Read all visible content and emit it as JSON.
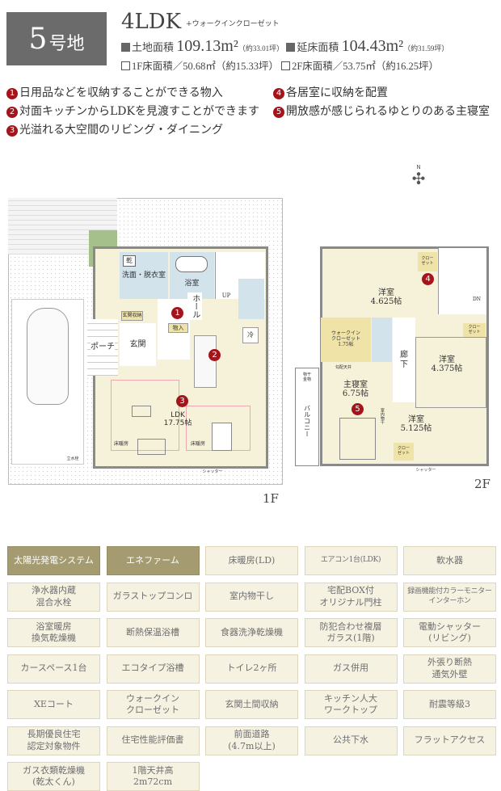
{
  "header": {
    "lot_number": "5",
    "lot_suffix": "号地",
    "layout": "4LDK",
    "layout_note": "+ウォークインクローゼット",
    "land_label": "土地面積",
    "land_value": "109.13m²",
    "land_tsubo": "（約33.01坪）",
    "floor_label": "延床面積",
    "floor_value": "104.43m²",
    "floor_tsubo": "（約31.59坪）",
    "f1": "1F床面積／50.68㎡（約15.33坪）",
    "f2": "2F床面積／53.75㎡（約16.25坪）"
  },
  "points": [
    {
      "n": "1",
      "text": "日用品などを収納することができる物入"
    },
    {
      "n": "2",
      "text": "対面キッチンからLDKを見渡すことができます"
    },
    {
      "n": "3",
      "text": "光溢れる大空間のリビング・ダイニング"
    },
    {
      "n": "4",
      "text": "各居室に収納を配置"
    },
    {
      "n": "5",
      "text": "開放感が感じられるゆとりのある主寝室"
    }
  ],
  "plan1": {
    "label": "1F",
    "rooms": {
      "dry": "乾",
      "wash": "洗面・脱衣室",
      "bath": "浴室",
      "hall": "ホール",
      "storage": "物入",
      "entrance_storage": "玄関収納",
      "entrance": "玄関",
      "porch": "ポーチ",
      "ldk": "LDK\n17.75帖",
      "fridge": "冷",
      "floor_heat": "床暖房",
      "up": "UP",
      "shutter": "シャッター",
      "faucet": "立水栓"
    }
  },
  "plan2": {
    "label": "2F",
    "compass": "N",
    "rooms": {
      "w1": "洋室\n4.625帖",
      "w2": "洋室\n4.375帖",
      "w3": "洋室\n5.125帖",
      "master": "主寝室\n6.75帖",
      "wic": "ウォークイン\nクローゼット\n1.75帖",
      "hall": "廊\n下",
      "balcony": "バルコニー",
      "dryer": "物干\n金物",
      "closet": "クロー\nゼット",
      "ceiling": "勾配天井",
      "indoor_dry": "室内物干",
      "dn": "DN",
      "shutter": "シャッター"
    }
  },
  "features": [
    {
      "t": "太陽光発電システム",
      "on": true
    },
    {
      "t": "エネファーム",
      "on": true
    },
    {
      "t": "床暖房(LD)"
    },
    {
      "t": "エアコン1台(LDK)"
    },
    {
      "t": "軟水器"
    },
    {
      "t": "浄水器内蔵\n混合水栓"
    },
    {
      "t": "ガラストップコンロ"
    },
    {
      "t": "室内物干し"
    },
    {
      "t": "宅配BOX付\nオリジナル門柱"
    },
    {
      "t": "録画機能付カラーモニター\nインターホン"
    },
    {
      "t": "浴室暖房\n換気乾燥機"
    },
    {
      "t": "断熱保温浴槽"
    },
    {
      "t": "食器洗浄乾燥機"
    },
    {
      "t": "防犯合わせ複層\nガラス(1階)"
    },
    {
      "t": "電動シャッター\n(リビング)"
    },
    {
      "t": "カースペース1台"
    },
    {
      "t": "エコタイプ浴槽"
    },
    {
      "t": "トイレ2ヶ所"
    },
    {
      "t": "ガス併用"
    },
    {
      "t": "外張り断熱\n通気外壁"
    },
    {
      "t": "XEコート"
    },
    {
      "t": "ウォークイン\nクローゼット"
    },
    {
      "t": "玄関土間収納"
    },
    {
      "t": "キッチン人大\nワークトップ"
    },
    {
      "t": "耐震等級3"
    },
    {
      "t": "長期優良住宅\n認定対象物件"
    },
    {
      "t": "住宅性能評価書"
    },
    {
      "t": "前面道路\n(4.7m以上)"
    },
    {
      "t": "公共下水"
    },
    {
      "t": "フラットアクセス"
    },
    {
      "t": "ガス衣類乾燥機\n(乾太くん)"
    },
    {
      "t": "1階天井高\n2m72cm"
    }
  ],
  "colors": {
    "accent_red": "#a3141b",
    "gold": "#a59b70",
    "cream": "#f6f2e2",
    "lot_box": "#6b6b6b"
  }
}
